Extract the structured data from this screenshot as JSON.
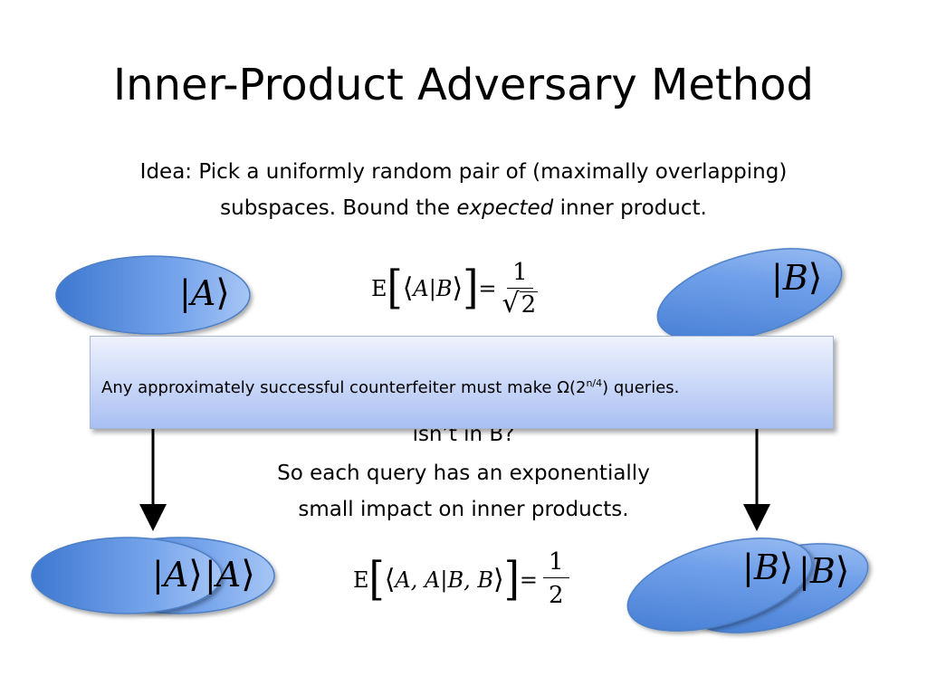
{
  "slide": {
    "title": "Inner-Product Adversary Method",
    "idea_line1": "Idea: Pick a uniformly random pair of (maximally overlapping)",
    "idea_line2_a": "subspaces. Bound the ",
    "idea_line2_em": "expected",
    "idea_line2_b": " inner product.",
    "ket_a": "A",
    "ket_b": "B",
    "formula_top": {
      "E": "E",
      "lhs_a": "A",
      "lhs_b": "B",
      "eq": "=",
      "numerator": "1",
      "denominator": "2"
    },
    "formula_bottom": {
      "E": "E",
      "lhs_a": "A, A",
      "lhs_b": "B, B",
      "eq": "=",
      "numerator": "1",
      "denominator": "2"
    },
    "hidden_line": "isn’t in B?",
    "mid_line1": "So each query has an exponentially",
    "mid_line2": "small impact on inner products.",
    "popup": {
      "text": "Any approximately successful counterfeiter must make Ω(2",
      "sup": "n/4",
      "after": ") queries."
    },
    "colors": {
      "ellipse_light": "#9fc0f3",
      "ellipse_dark": "#3e78d0",
      "popup_bg": "#c8d6f7"
    }
  }
}
